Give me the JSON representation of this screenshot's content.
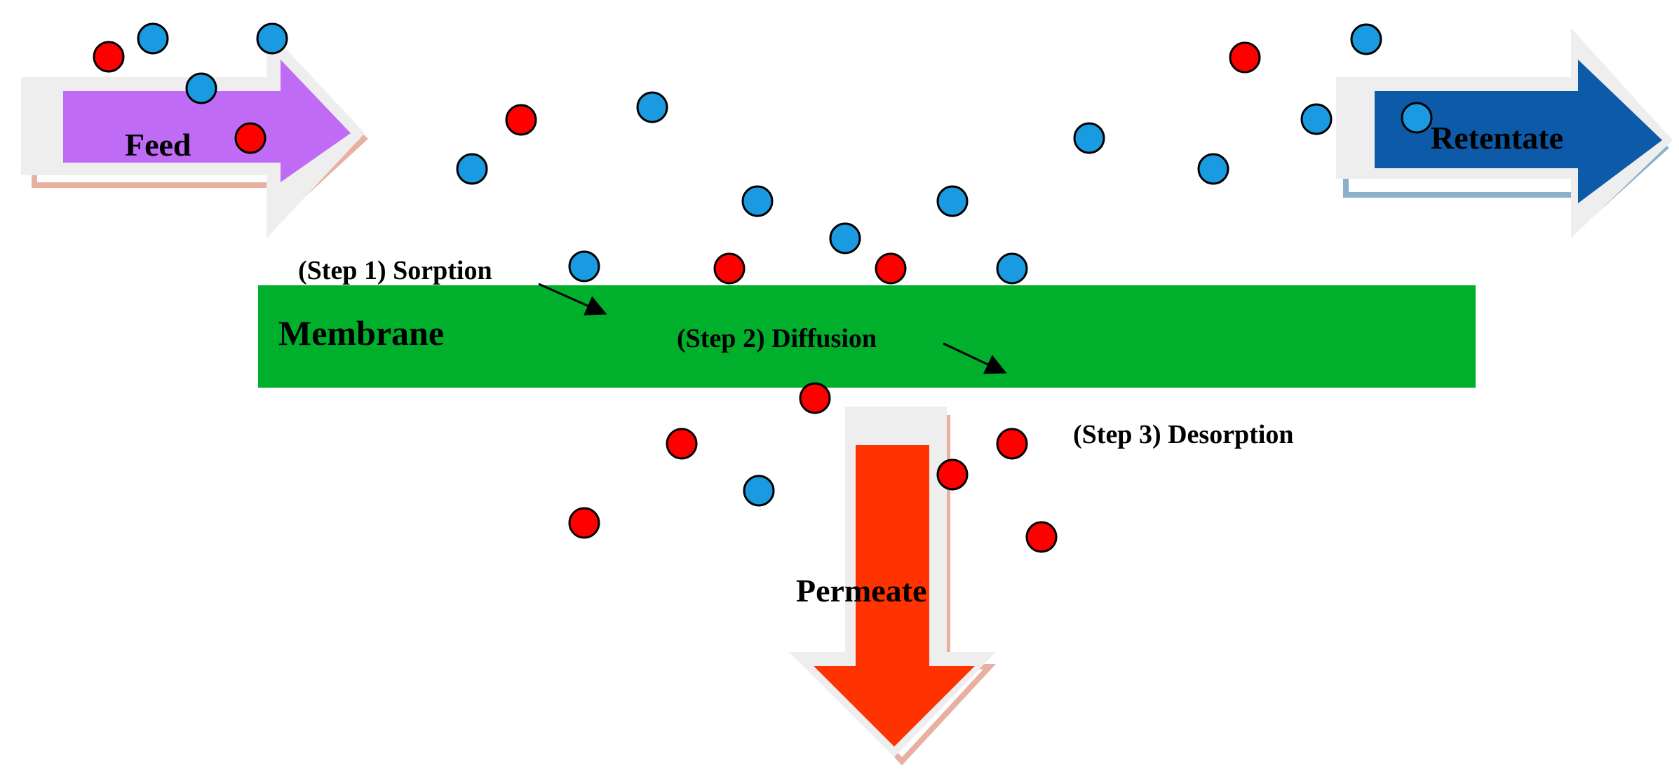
{
  "labels": {
    "feed": "Feed",
    "retentate": "Retentate",
    "membrane": "Membrane",
    "permeate": "Permeate",
    "step1": "(Step 1) Sorption",
    "step2": "(Step 2) Diffusion",
    "step3": "(Step 3) Desorption"
  },
  "colors": {
    "feed_arrow": "#c06bf5",
    "retentate_arrow": "#0d5aa8",
    "permeate_arrow": "#ff3300",
    "membrane": "#00b02c",
    "particle_red": "#ff0000",
    "particle_blue": "#1a9ae0",
    "arrow_frame": "#eeeeee"
  },
  "particle_types": [
    "red",
    "blue"
  ],
  "icons": [
    "feed-arrow-icon",
    "retentate-arrow-icon",
    "permeate-arrow-icon",
    "pointer-arrow-icon"
  ]
}
